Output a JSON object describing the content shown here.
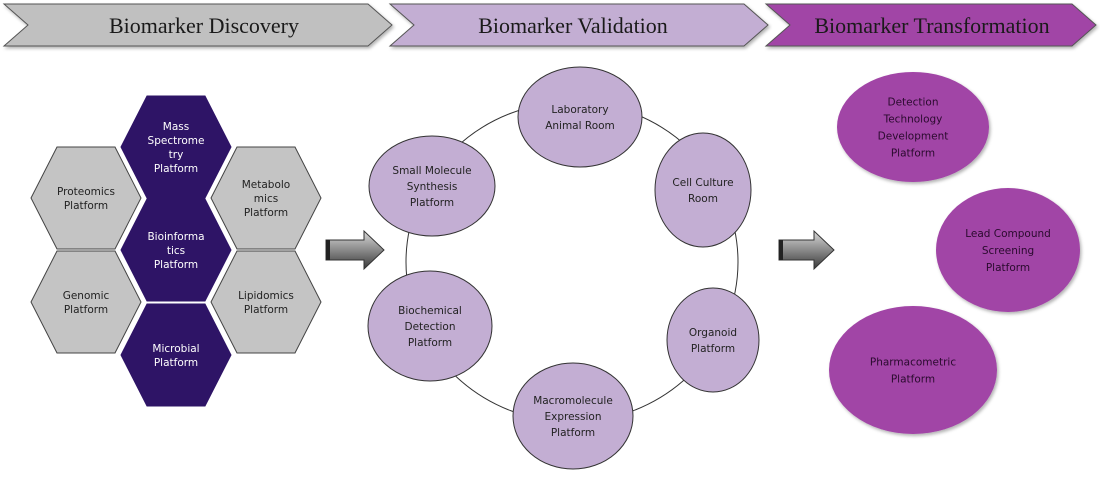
{
  "stages": [
    {
      "label": "Biomarker Discovery",
      "fill": "#c0c0c0"
    },
    {
      "label": "Biomarker Validation",
      "fill": "#c3aed3"
    },
    {
      "label": "Biomarker Transformation",
      "fill": "#a145a6"
    }
  ],
  "discovery": {
    "dark_fill": "#2e1466",
    "light_fill": "#c4c4c4",
    "hexagons": [
      {
        "id": "mass-spectrometry",
        "lines": [
          "Mass",
          "Spectrome",
          "try",
          "Platform"
        ],
        "style": "dark"
      },
      {
        "id": "proteomics",
        "lines": [
          "Proteomics",
          "Platform"
        ],
        "style": "light"
      },
      {
        "id": "metabolomics",
        "lines": [
          "Metabolo",
          "mics",
          "Platform"
        ],
        "style": "light"
      },
      {
        "id": "bioinformatics",
        "lines": [
          "Bioinforma",
          "tics",
          "Platform"
        ],
        "style": "dark"
      },
      {
        "id": "genomic",
        "lines": [
          "Genomic",
          "Platform"
        ],
        "style": "light"
      },
      {
        "id": "lipidomics",
        "lines": [
          "Lipidomics",
          "Platform"
        ],
        "style": "light"
      },
      {
        "id": "microbial",
        "lines": [
          "Microbial",
          "Platform"
        ],
        "style": "dark"
      }
    ]
  },
  "validation": {
    "fill": "#c3aed3",
    "nodes": [
      {
        "id": "laboratory-animal-room",
        "lines": [
          "Laboratory",
          "Animal Room"
        ]
      },
      {
        "id": "cell-culture-room",
        "lines": [
          "Cell Culture",
          "Room"
        ]
      },
      {
        "id": "organoid-platform",
        "lines": [
          "Organoid",
          "Platform"
        ]
      },
      {
        "id": "macromolecule-expression-platform",
        "lines": [
          "Macromolecule",
          "Expression",
          "Platform"
        ]
      },
      {
        "id": "biochemical-detection-platform",
        "lines": [
          "Biochemical",
          "Detection",
          "Platform"
        ]
      },
      {
        "id": "small-molecule-synthesis-platform",
        "lines": [
          "Small Molecule",
          "Synthesis",
          "Platform"
        ]
      }
    ]
  },
  "transformation": {
    "fill": "#a145a6",
    "nodes": [
      {
        "id": "detection-technology-development-platform",
        "lines": [
          "Detection",
          "Technology",
          "Development",
          "Platform"
        ]
      },
      {
        "id": "lead-compound-screening-platform",
        "lines": [
          "Lead Compound",
          "Screening",
          "Platform"
        ]
      },
      {
        "id": "pharmacometric-platform",
        "lines": [
          "Pharmacometric",
          "Platform"
        ]
      }
    ]
  },
  "arrows": [
    {
      "id": "discovery-to-validation",
      "icon": "right-arrow"
    },
    {
      "id": "validation-to-transformation",
      "icon": "right-arrow"
    }
  ]
}
